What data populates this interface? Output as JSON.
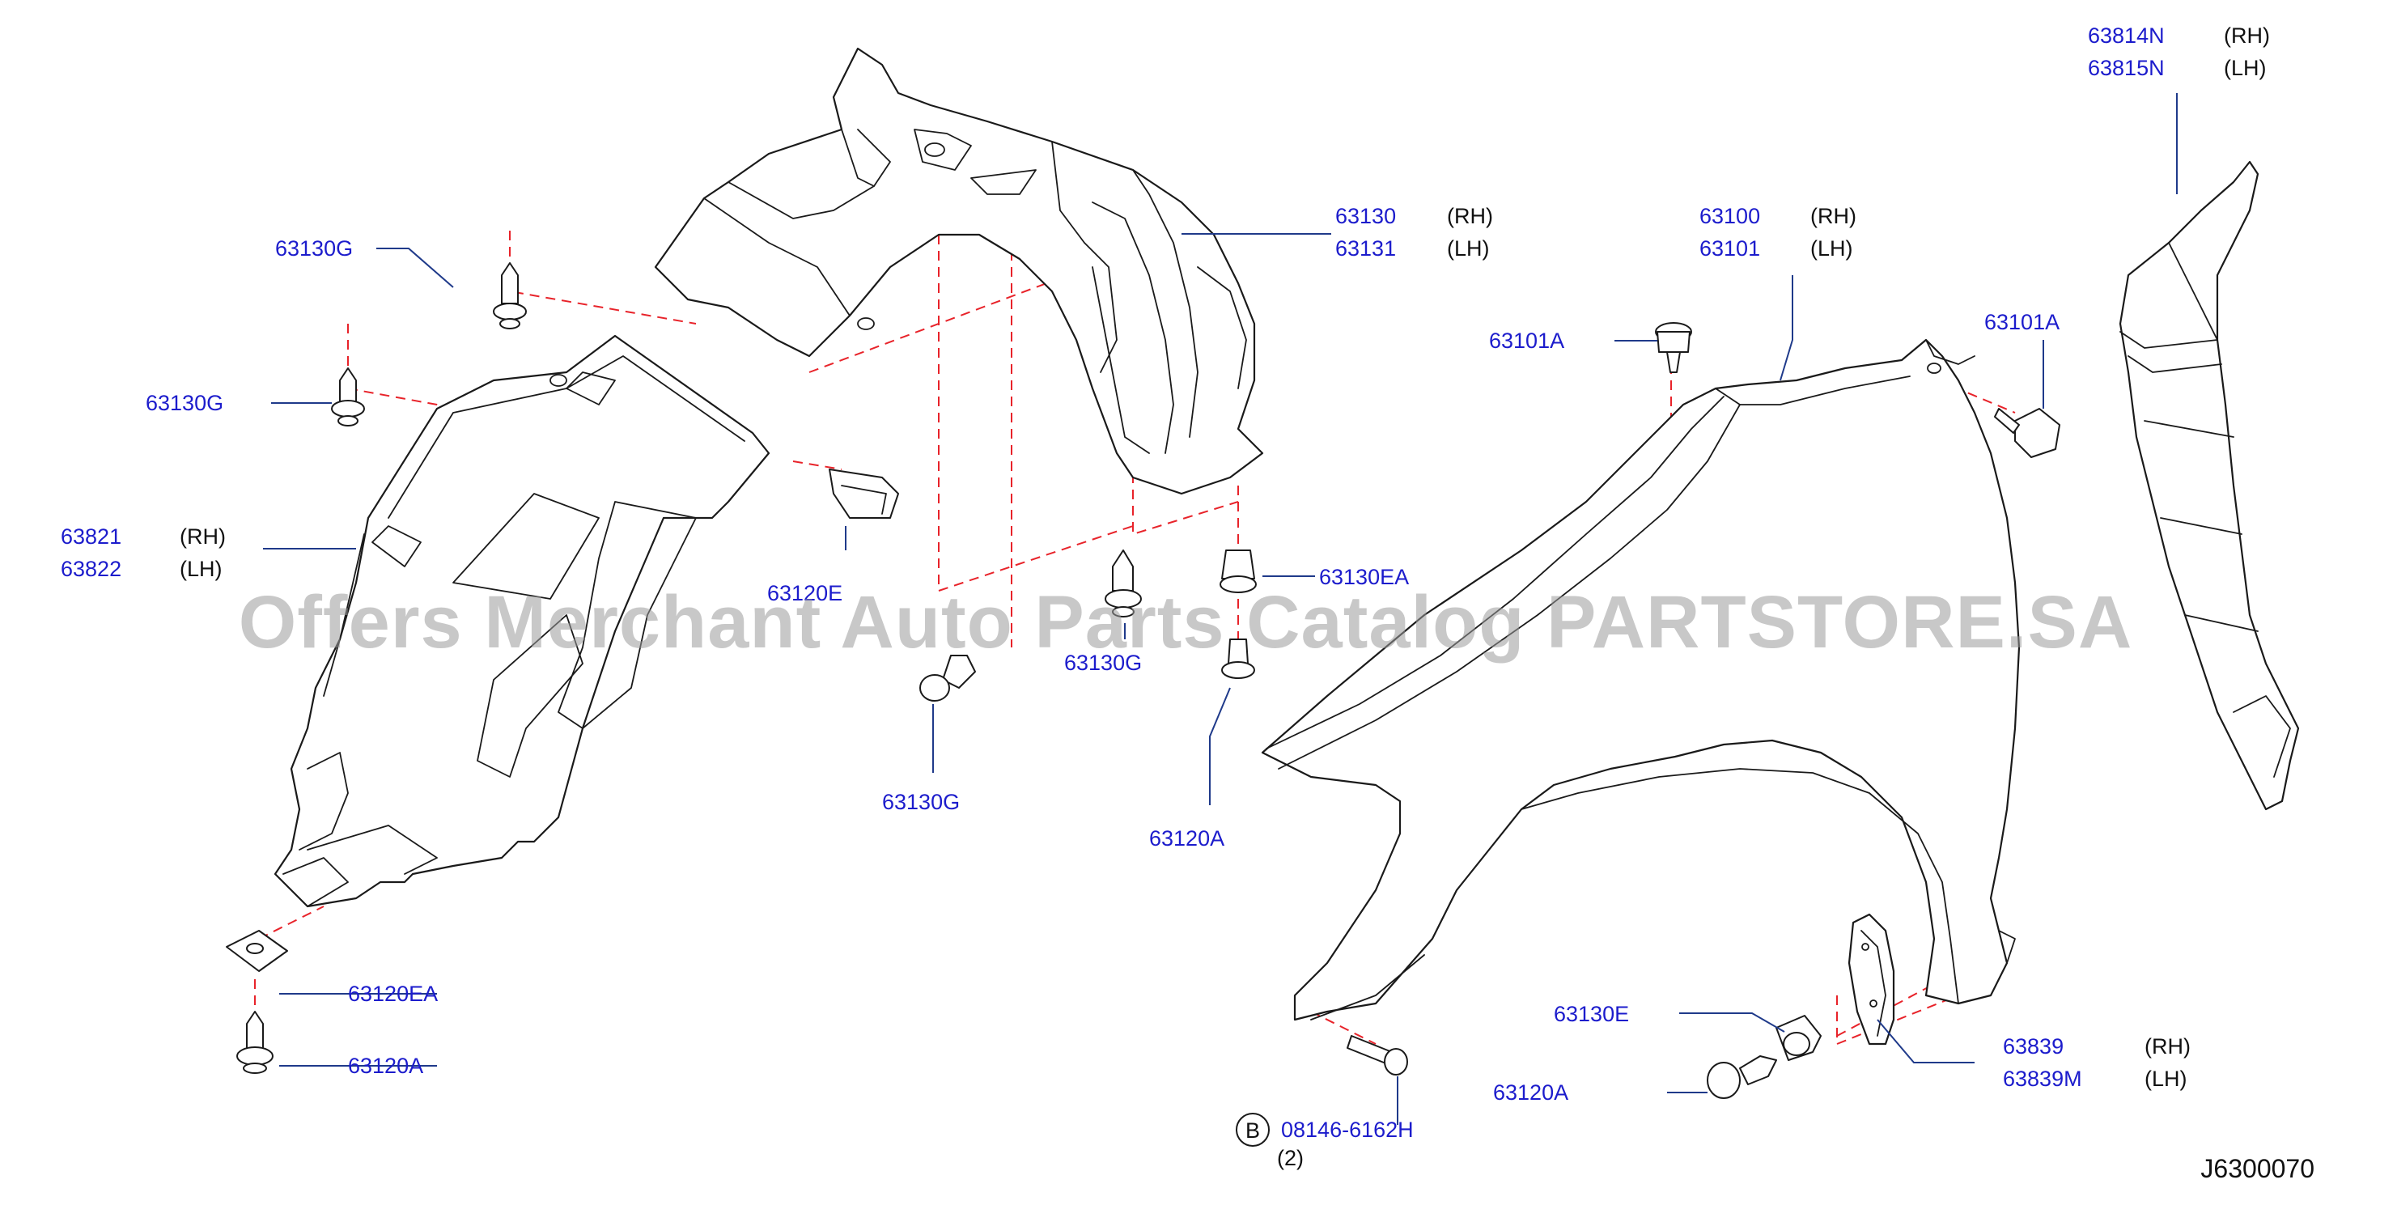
{
  "callouts": [
    {
      "part": "63130G",
      "side": ""
    },
    {
      "part": "63130G",
      "side": ""
    },
    {
      "part": "63821",
      "side": "(RH)"
    },
    {
      "part": "63822",
      "side": "(LH)"
    },
    {
      "part": "63120EA",
      "side": ""
    },
    {
      "part": "63120A",
      "side": ""
    },
    {
      "part": "63130",
      "side": "(RH)"
    },
    {
      "part": "63131",
      "side": "(LH)"
    },
    {
      "part": "63120E",
      "side": ""
    },
    {
      "part": "63130G",
      "side": ""
    },
    {
      "part": "63130EA",
      "side": ""
    },
    {
      "part": "63130G",
      "side": ""
    },
    {
      "part": "63120A",
      "side": ""
    },
    {
      "part": "63101A",
      "side": ""
    },
    {
      "part": "63100",
      "side": "(RH)"
    },
    {
      "part": "63101",
      "side": "(LH)"
    },
    {
      "part": "63101A",
      "side": ""
    },
    {
      "part": "63814N",
      "side": "(RH)"
    },
    {
      "part": "63815N",
      "side": "(LH)"
    },
    {
      "part": "63130E",
      "side": ""
    },
    {
      "part": "63120A",
      "side": ""
    },
    {
      "part": "63839",
      "side": "(RH)"
    },
    {
      "part": "63839M",
      "side": "(LH)"
    },
    {
      "part": "08146-6162H",
      "side": ""
    }
  ],
  "bolt_marker": {
    "letter": "B",
    "quantity": "(2)"
  },
  "diagram_code": "J6300070",
  "watermark": "Offers Merchant Auto Parts Catalog PARTSTORE.SA",
  "colors": {
    "part_number": "#1c1ccc",
    "leader_line": "#1f3a8a",
    "dashed_line": "#e8232a",
    "outline": "#1a1a1a"
  }
}
